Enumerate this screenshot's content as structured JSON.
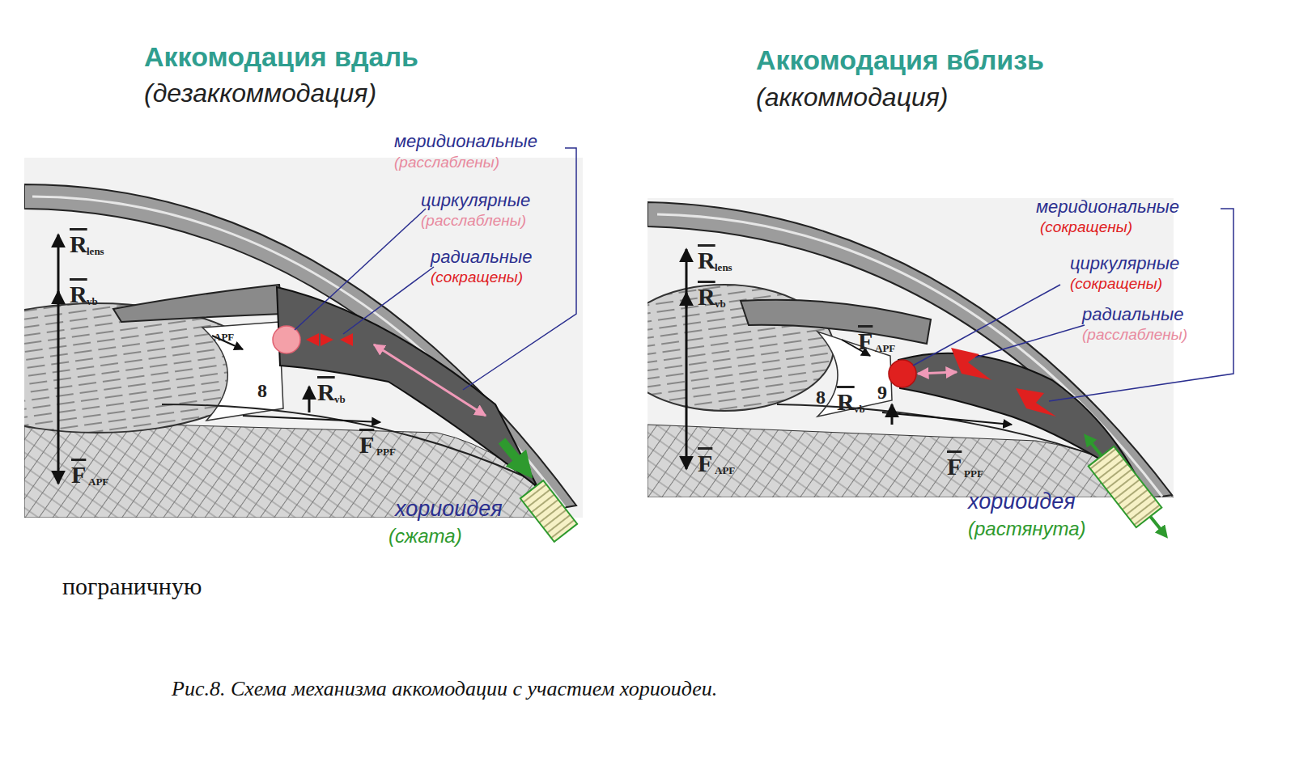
{
  "diagram": {
    "caption": "Рис.8. Схема механизма аккомодации с участием хориоидеи.",
    "labels": [
      "Аккомодация вдаль",
      "(дезаккоммодация)",
      "меридиональные",
      "(расслаблены)",
      "циркулярные",
      "(расслаблены)",
      "радиальные",
      "(сокращены)",
      "хориоидея",
      "(сжата)",
      "R",
      "lens",
      "R",
      "vb",
      "APF",
      "8",
      "R",
      "vb",
      "F",
      "PPF",
      "F",
      "APF",
      "пограничную",
      "Аккомодация вблизь",
      "(аккоммодация)",
      "меридиональные",
      "(сокращены)",
      "циркулярные",
      "(сокращены)",
      "радиальные",
      "(расслаблены)",
      "хориоидея",
      "(растянута)",
      "R",
      "lens",
      "R",
      "vb",
      "F",
      "APF",
      "8",
      "9",
      "R",
      "vb",
      "F",
      "APF",
      "F",
      "PPF"
    ]
  }
}
